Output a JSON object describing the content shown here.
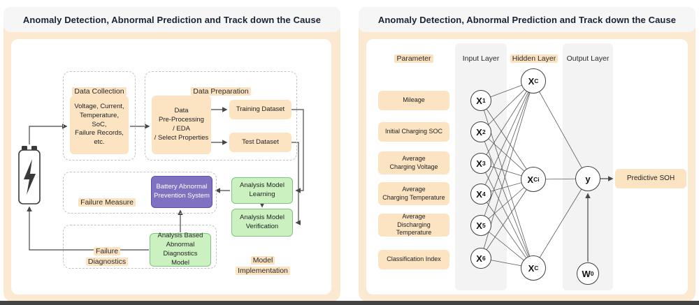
{
  "colors": {
    "panel_peach": "#fce9d2",
    "header_gray": "#f6f6f6",
    "highlight_peach": "#fbe3c2",
    "box_peach": "#fce4c3",
    "box_green": "#cbf1c1",
    "box_purple": "#8171c1",
    "wire_gray": "#4a4a4a"
  },
  "left_panel": {
    "title": "Anomaly Detection, Abnormal Prediction and Track down the Cause",
    "data_collection": {
      "label": "Data Collection",
      "box": "Voltage, Current,\nTemperature,\nSoC,\nFailure Records,\netc."
    },
    "data_preparation": {
      "label": "Data Preparation",
      "preprocessing_box": "Data\nPre-Processing\n/ EDA\n/ Select Properties",
      "training_box": "Training Dataset",
      "test_box": "Test Dataset"
    },
    "failure_measure": {
      "label": "Failure Measure",
      "prevention_box": "Battery Abnormal\nPrevention System"
    },
    "analysis_model_learning": "Analysis Model\nLearning",
    "analysis_model_verification": "Analysis Model\nVerification",
    "failure_diagnostics": {
      "label": "Failure\nDiagnostics",
      "diagnostics_box": "Analysis Based\nAbnormal Diagnostics\nModel"
    },
    "model_implementation": "Model\nImplementation"
  },
  "right_panel": {
    "title": "Anomaly Detection, Abnormal Prediction and Track down the Cause",
    "column_headers": {
      "parameter": "Parameter",
      "input": "Input Layer",
      "hidden": "Hidden Layer",
      "output": "Output Layer"
    },
    "parameters": [
      "Mileage",
      "Initial Charging SOC",
      "Average\nCharging Voltage",
      "Average\nCharging Temperature",
      "Average\nDischarging Temperature",
      "Classification Index"
    ],
    "input_nodes": [
      {
        "base": "X",
        "sub": "1"
      },
      {
        "base": "X",
        "sub": "2"
      },
      {
        "base": "X",
        "sub": "3"
      },
      {
        "base": "X",
        "sub": "4"
      },
      {
        "base": "X",
        "sub": "5"
      },
      {
        "base": "X",
        "sub": "6"
      }
    ],
    "hidden_nodes": [
      {
        "base": "X",
        "sub": "C"
      },
      {
        "base": "X",
        "sub": "Ci"
      },
      {
        "base": "X",
        "sub": "C"
      }
    ],
    "output_node": {
      "base": "y",
      "sub": ""
    },
    "bias_node": {
      "base": "W",
      "sub": "0"
    },
    "predictive_box": "Predictive SOH"
  }
}
